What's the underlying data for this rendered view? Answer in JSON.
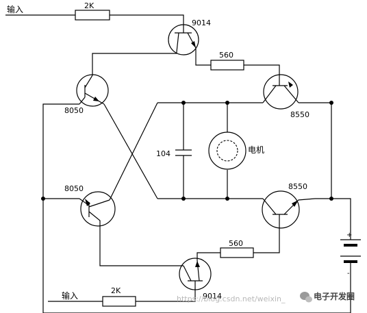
{
  "labels": {
    "input_top": "输入",
    "input_bottom": "输入",
    "r_top": "2K",
    "r_bottom": "2K",
    "r_right_top": "560",
    "r_right_bottom": "560",
    "q_top": "9014",
    "q_bottom": "9014",
    "q_left_top": "8050",
    "q_left_bottom": "8050",
    "q_right_top": "8550",
    "q_right_bottom": "8550",
    "capacitor": "104",
    "motor": "电机",
    "battery_plus": "+",
    "battery_minus": "-"
  },
  "watermark": {
    "url": "https://blog.csdn.net/weixin_",
    "brand": "电子开发圈"
  }
}
